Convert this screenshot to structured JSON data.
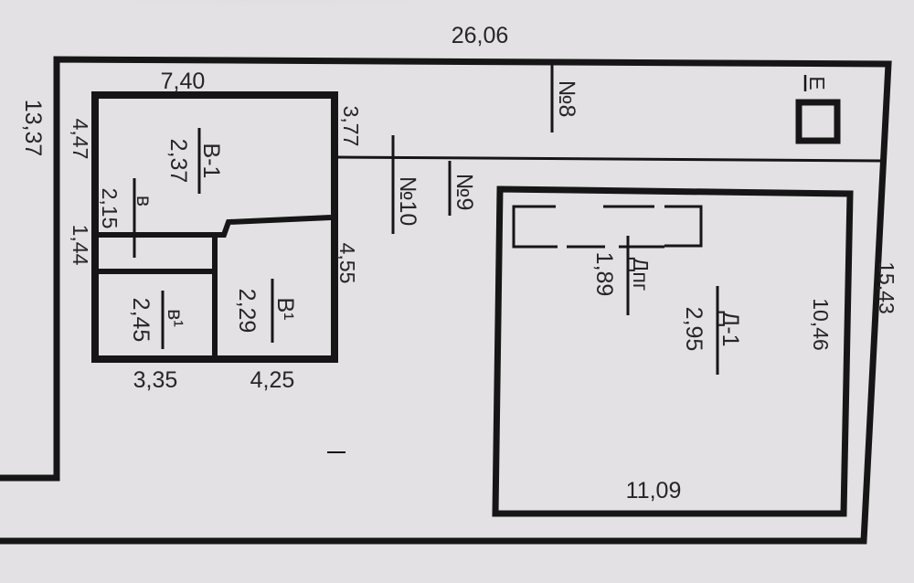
{
  "plan": {
    "overall": {
      "top": "26,06",
      "left": "13,37",
      "right": "15,43"
    },
    "building_v": {
      "top": "7,40",
      "left_upper": "4,47",
      "left_mid": "2,15",
      "left_lower": "1,44",
      "right_upper": "3,77",
      "right_lower": "4,55",
      "bottom_left": "3,35",
      "bottom_right": "4,25",
      "rooms": [
        {
          "label": "В-1",
          "height": "2,37"
        },
        {
          "label": "в",
          "height": "2,15"
        },
        {
          "label": "в¹",
          "height": "2,45"
        },
        {
          "label": "В¹",
          "height": "2,29"
        }
      ]
    },
    "building_d": {
      "label": "Д-1",
      "height": "2,95",
      "right": "10,46",
      "bottom": "11,09",
      "sub": {
        "label": "Дпг",
        "height": "1,89"
      }
    },
    "markers": [
      "№8",
      "№9",
      "№10"
    ],
    "small_structure": {
      "label": "Е"
    }
  }
}
